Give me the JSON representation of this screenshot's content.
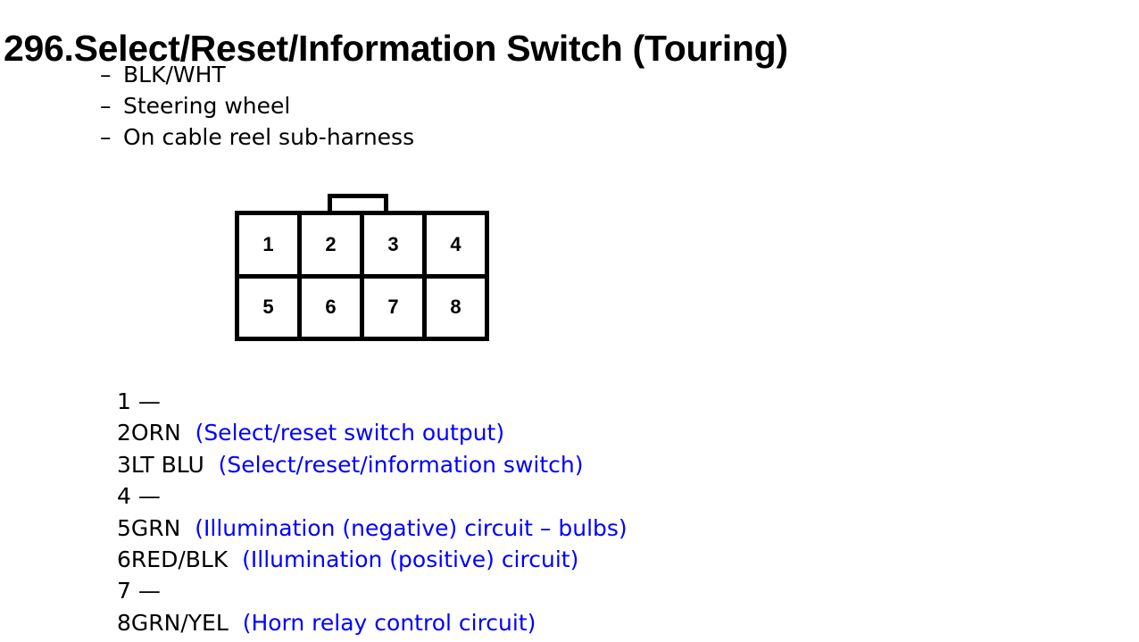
{
  "title": "296.Select/Reset/Information Switch (Touring)",
  "notes": {
    "dash": "–",
    "items": [
      "BLK/WHT",
      "Steering wheel",
      "On cable reel sub-harness"
    ]
  },
  "connector": {
    "name": "8-pin connector",
    "tab": "locking-tab",
    "rows": [
      [
        "1",
        "2",
        "3",
        "4"
      ],
      [
        "5",
        "6",
        "7",
        "8"
      ]
    ]
  },
  "pinout": [
    {
      "number": "1",
      "wire": "",
      "separator": " —",
      "description": ""
    },
    {
      "number": "2",
      "wire": "ORN",
      "separator": "",
      "description": "(Select/reset switch output)"
    },
    {
      "number": "3",
      "wire": "LT BLU",
      "separator": "",
      "description": "(Select/reset/information switch)"
    },
    {
      "number": "4",
      "wire": "",
      "separator": " —",
      "description": ""
    },
    {
      "number": "5",
      "wire": "GRN",
      "separator": "",
      "description": "(Illumination (negative) circuit – bulbs)"
    },
    {
      "number": "6",
      "wire": "RED/BLK",
      "separator": "",
      "description": "(Illumination (positive) circuit)"
    },
    {
      "number": "7",
      "wire": "",
      "separator": " —",
      "description": ""
    },
    {
      "number": "8",
      "wire": "GRN/YEL",
      "separator": "",
      "description": "(Horn relay control circuit)"
    }
  ],
  "colors": {
    "text": "#000000",
    "description": "#0000ff",
    "background": "#ffffff"
  }
}
